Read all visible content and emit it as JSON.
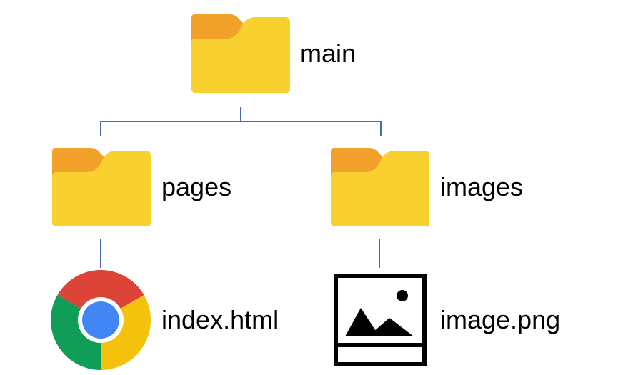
{
  "tree": {
    "root": {
      "label": "main",
      "icon": "folder-icon"
    },
    "children": [
      {
        "label": "pages",
        "icon": "folder-icon",
        "children": [
          {
            "label": "index.html",
            "icon": "chrome-icon"
          }
        ]
      },
      {
        "label": "images",
        "icon": "folder-icon",
        "children": [
          {
            "label": "image.png",
            "icon": "image-file-icon"
          }
        ]
      }
    ]
  },
  "colors": {
    "connector": "#4a6ab0",
    "folder_back": "#f2a22b",
    "folder_front": "#f8d12e"
  }
}
